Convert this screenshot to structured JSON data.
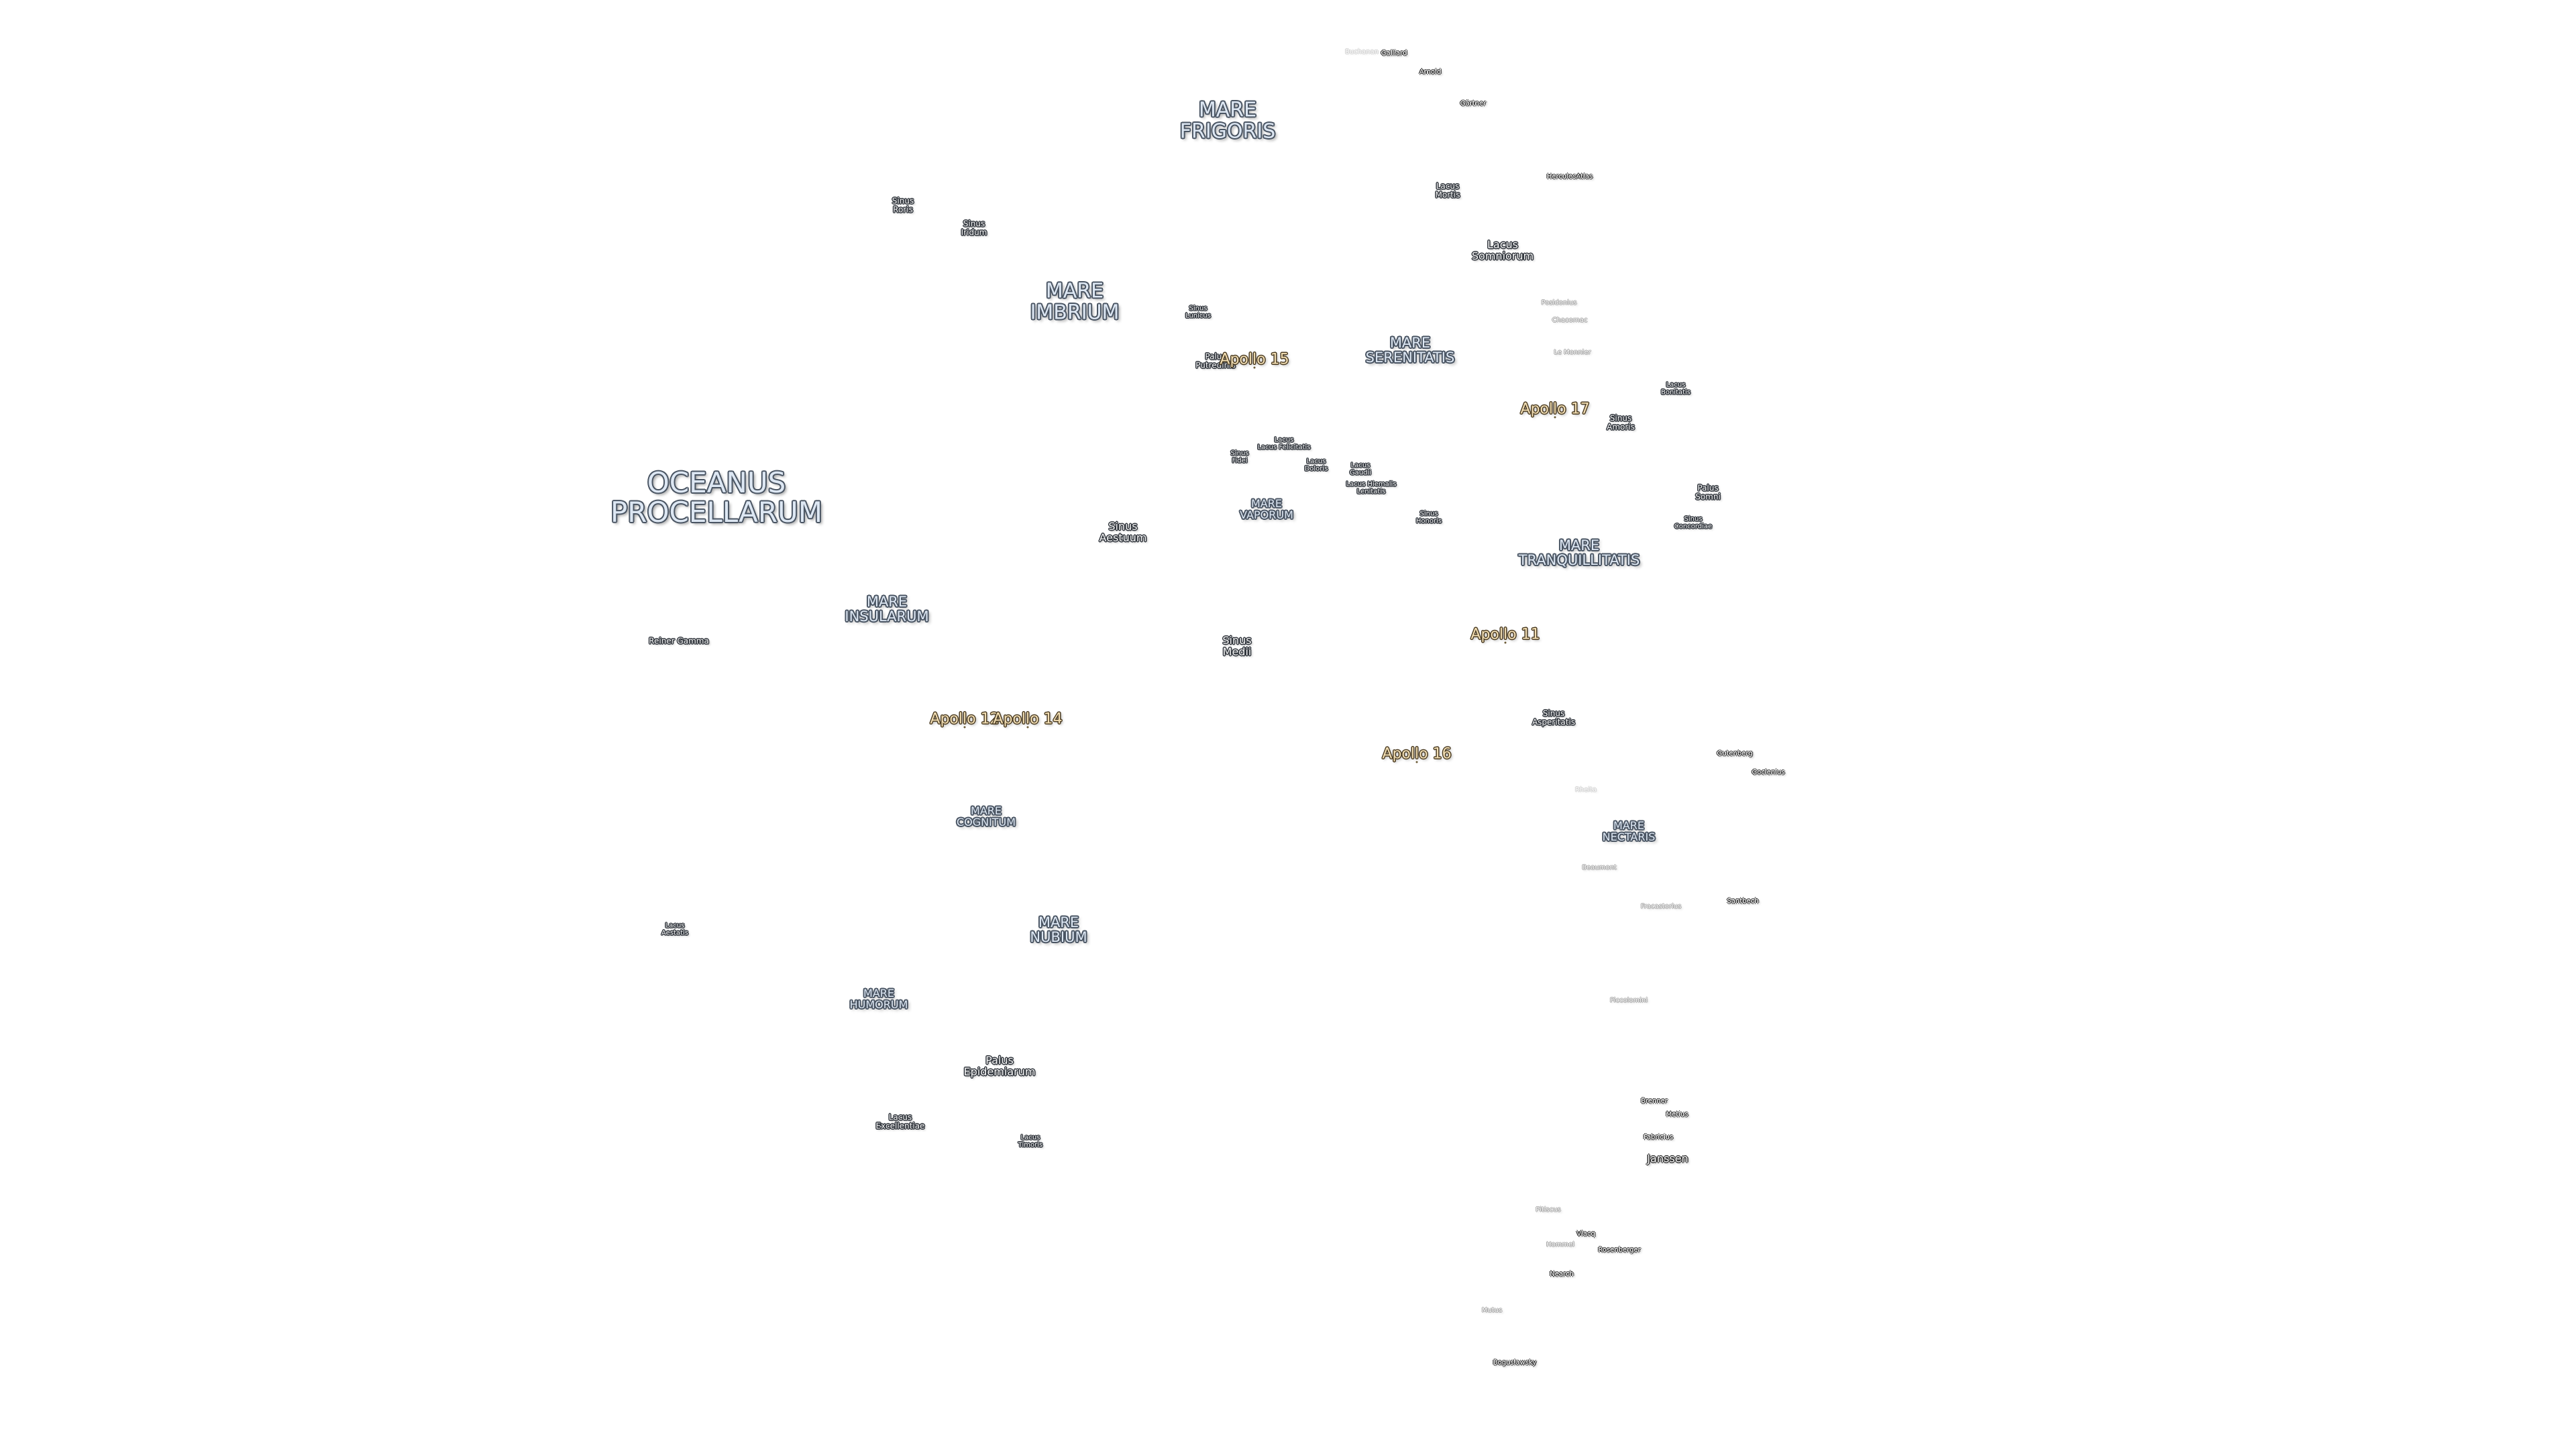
{
  "map": {
    "colors": {
      "background": "#ffffff",
      "major_fill": "#dde7f3",
      "major_outline": "#4a5563",
      "minor_fill": "#f6f6f6",
      "minor_outline": "#2e333a",
      "apollo_fill": "#f3dfb4",
      "apollo_outline": "#4a3b22"
    },
    "oceanus": [
      {
        "name": "oceanus-procellarum-label",
        "lines": [
          "OCEANUS",
          "PROCELLARUM"
        ]
      }
    ],
    "maria": [
      {
        "name": "mare-frigoris-label",
        "lines": [
          "MARE",
          "FRIGORIS"
        ]
      },
      {
        "name": "mare-imbrium-label",
        "lines": [
          "MARE",
          "IMBRIUM"
        ]
      },
      {
        "name": "mare-serenitatis-label",
        "lines": [
          "MARE",
          "SERENITATIS"
        ]
      },
      {
        "name": "mare-tranquillitatis-label",
        "lines": [
          "MARE",
          "TRANQUILLITATIS"
        ]
      },
      {
        "name": "mare-nubium-label",
        "lines": [
          "MARE",
          "NUBIUM"
        ]
      },
      {
        "name": "mare-insularum-label",
        "lines": [
          "MARE",
          "INSULARUM"
        ]
      },
      {
        "name": "mare-cognitum-label",
        "lines": [
          "MARE",
          "COGNITUM"
        ]
      },
      {
        "name": "mare-nectaris-label",
        "lines": [
          "MARE",
          "NECTARIS"
        ]
      },
      {
        "name": "mare-humorum-label",
        "lines": [
          "MARE",
          "HUMORUM"
        ]
      },
      {
        "name": "mare-vaporum-label",
        "lines": [
          "MARE",
          "VAPORUM"
        ]
      }
    ],
    "features": [
      {
        "name": "lacus-somniorum-label",
        "lines": [
          "Lacus",
          "Somniorum"
        ]
      },
      {
        "name": "sinus-roris-label",
        "lines": [
          "Sinus",
          "Roris"
        ]
      },
      {
        "name": "sinus-iridum-label",
        "lines": [
          "Sinus",
          "Iridum"
        ]
      },
      {
        "name": "lacus-mortis-label",
        "lines": [
          "Lacus",
          "Mortis"
        ]
      },
      {
        "name": "sinus-lunicus-label",
        "lines": [
          "Sinus",
          "Lunicus"
        ]
      },
      {
        "name": "palus-putredinis-label",
        "lines": [
          "Palus",
          "Putredinis"
        ]
      },
      {
        "name": "sinus-aestuum-label",
        "lines": [
          "Sinus",
          "Aestuum"
        ]
      },
      {
        "name": "sinus-medii-label",
        "lines": [
          "Sinus",
          "Medii"
        ]
      },
      {
        "name": "lacus-bonitatis-label",
        "lines": [
          "Lacus",
          "Bonitatis"
        ]
      },
      {
        "name": "sinus-amoris-label",
        "lines": [
          "Sinus",
          "Amoris"
        ]
      },
      {
        "name": "palus-somni-label",
        "lines": [
          "Palus",
          "Somni"
        ]
      },
      {
        "name": "sinus-concordiae-label",
        "lines": [
          "Sinus",
          "Concordiae"
        ]
      },
      {
        "name": "sinus-honoris-label",
        "lines": [
          "Sinus",
          "Honoris"
        ]
      },
      {
        "name": "lacus-felicitatis-label",
        "lines": [
          "Lacus",
          "Lacus Felicitatis"
        ]
      },
      {
        "name": "sinus-fidei-label",
        "lines": [
          "Sinus",
          "Fidei"
        ]
      },
      {
        "name": "lacus-doloris-label",
        "lines": [
          "Lacus",
          "Doloris"
        ]
      },
      {
        "name": "lacus-gaudii-label",
        "lines": [
          "Lacus",
          "Gaudii"
        ]
      },
      {
        "name": "lacus-lenitatis-label",
        "lines": [
          "Lacus Hiemalis",
          "Lenitatis"
        ]
      },
      {
        "name": "sinus-asperitatis-label",
        "lines": [
          "Sinus",
          "Asperitatis"
        ]
      },
      {
        "name": "palus-epidemiarum-label",
        "lines": [
          "Palus",
          "Epidemiarum"
        ]
      },
      {
        "name": "lacus-excellentiae-label",
        "lines": [
          "Lacus",
          "Excellentiae"
        ]
      },
      {
        "name": "lacus-timoris-label",
        "lines": [
          "Lacus",
          "Timoris"
        ]
      },
      {
        "name": "lacus-aestatis-label",
        "lines": [
          "Lacus",
          "Aestatis"
        ]
      },
      {
        "name": "reiner-gamma-label",
        "lines": [
          "Reiner Gamma"
        ]
      }
    ],
    "craters": [
      {
        "name": "crater-bucharest-label",
        "text": "Buchanan",
        "tone": "ghost"
      },
      {
        "name": "crater-galliard-label",
        "text": "Galliard",
        "tone": "dark"
      },
      {
        "name": "crater-arnold-label",
        "text": "Arnold",
        "tone": "dark"
      },
      {
        "name": "crater-gartner-label",
        "text": "Gärtner",
        "tone": "dark"
      },
      {
        "name": "crater-hercules-atlas-label",
        "text": "HerculesAtlas",
        "tone": "dark"
      },
      {
        "name": "crater-posidonius-label",
        "text": "Posidonius",
        "tone": "faded"
      },
      {
        "name": "crater-chacornac-label",
        "text": "Chacornac",
        "tone": "faded"
      },
      {
        "name": "crater-le-monnier-label",
        "text": "Le Monnier",
        "tone": "faded"
      },
      {
        "name": "crater-gutenberg-label",
        "text": "Gutenberg",
        "tone": "dark"
      },
      {
        "name": "crater-goclenius-label",
        "text": "Goclenius",
        "tone": "dark"
      },
      {
        "name": "crater-beaumont-label",
        "text": "Beaumont",
        "tone": "faded"
      },
      {
        "name": "crater-fracastorius-label",
        "text": "Fracastorius",
        "tone": "faded"
      },
      {
        "name": "crater-santbech-label",
        "text": "Santbech",
        "tone": "dark"
      },
      {
        "name": "crater-piccolomini-label",
        "text": "Piccolomini",
        "tone": "faded"
      },
      {
        "name": "crater-brenner-label",
        "text": "Brenner",
        "tone": "dark"
      },
      {
        "name": "crater-metius-label",
        "text": "Metius",
        "tone": "dark"
      },
      {
        "name": "crater-fabricius-label",
        "text": "Fabricius",
        "tone": "dark"
      },
      {
        "name": "crater-janssen-label",
        "text": "Janssen",
        "tone": "dark-large"
      },
      {
        "name": "crater-pitiscus-label",
        "text": "Pitiscus",
        "tone": "faded"
      },
      {
        "name": "crater-vlacq-label",
        "text": "Vlacq",
        "tone": "dark"
      },
      {
        "name": "crater-hommel-label",
        "text": "Hommel",
        "tone": "faded"
      },
      {
        "name": "crater-rosenberger-label",
        "text": "Rosenberger",
        "tone": "dark"
      },
      {
        "name": "crater-nearch-label",
        "text": "Nearch",
        "tone": "dark"
      },
      {
        "name": "crater-mutus-label",
        "text": "Mutus",
        "tone": "faded"
      },
      {
        "name": "crater-boguslawsky-label",
        "text": "Boguslawsky",
        "tone": "dark"
      },
      {
        "name": "crater-rhita-label",
        "text": "Rheita",
        "tone": "ghost"
      }
    ],
    "apollo_sites": [
      {
        "name": "apollo-15-label",
        "text": "Apollo 15"
      },
      {
        "name": "apollo-17-label",
        "text": "Apollo 17"
      },
      {
        "name": "apollo-11-label",
        "text": "Apollo 11"
      },
      {
        "name": "apollo-12-label",
        "text": "Apollo 12"
      },
      {
        "name": "apollo-14-label",
        "text": "Apollo 14"
      },
      {
        "name": "apollo-16-label",
        "text": "Apollo 16"
      }
    ]
  }
}
